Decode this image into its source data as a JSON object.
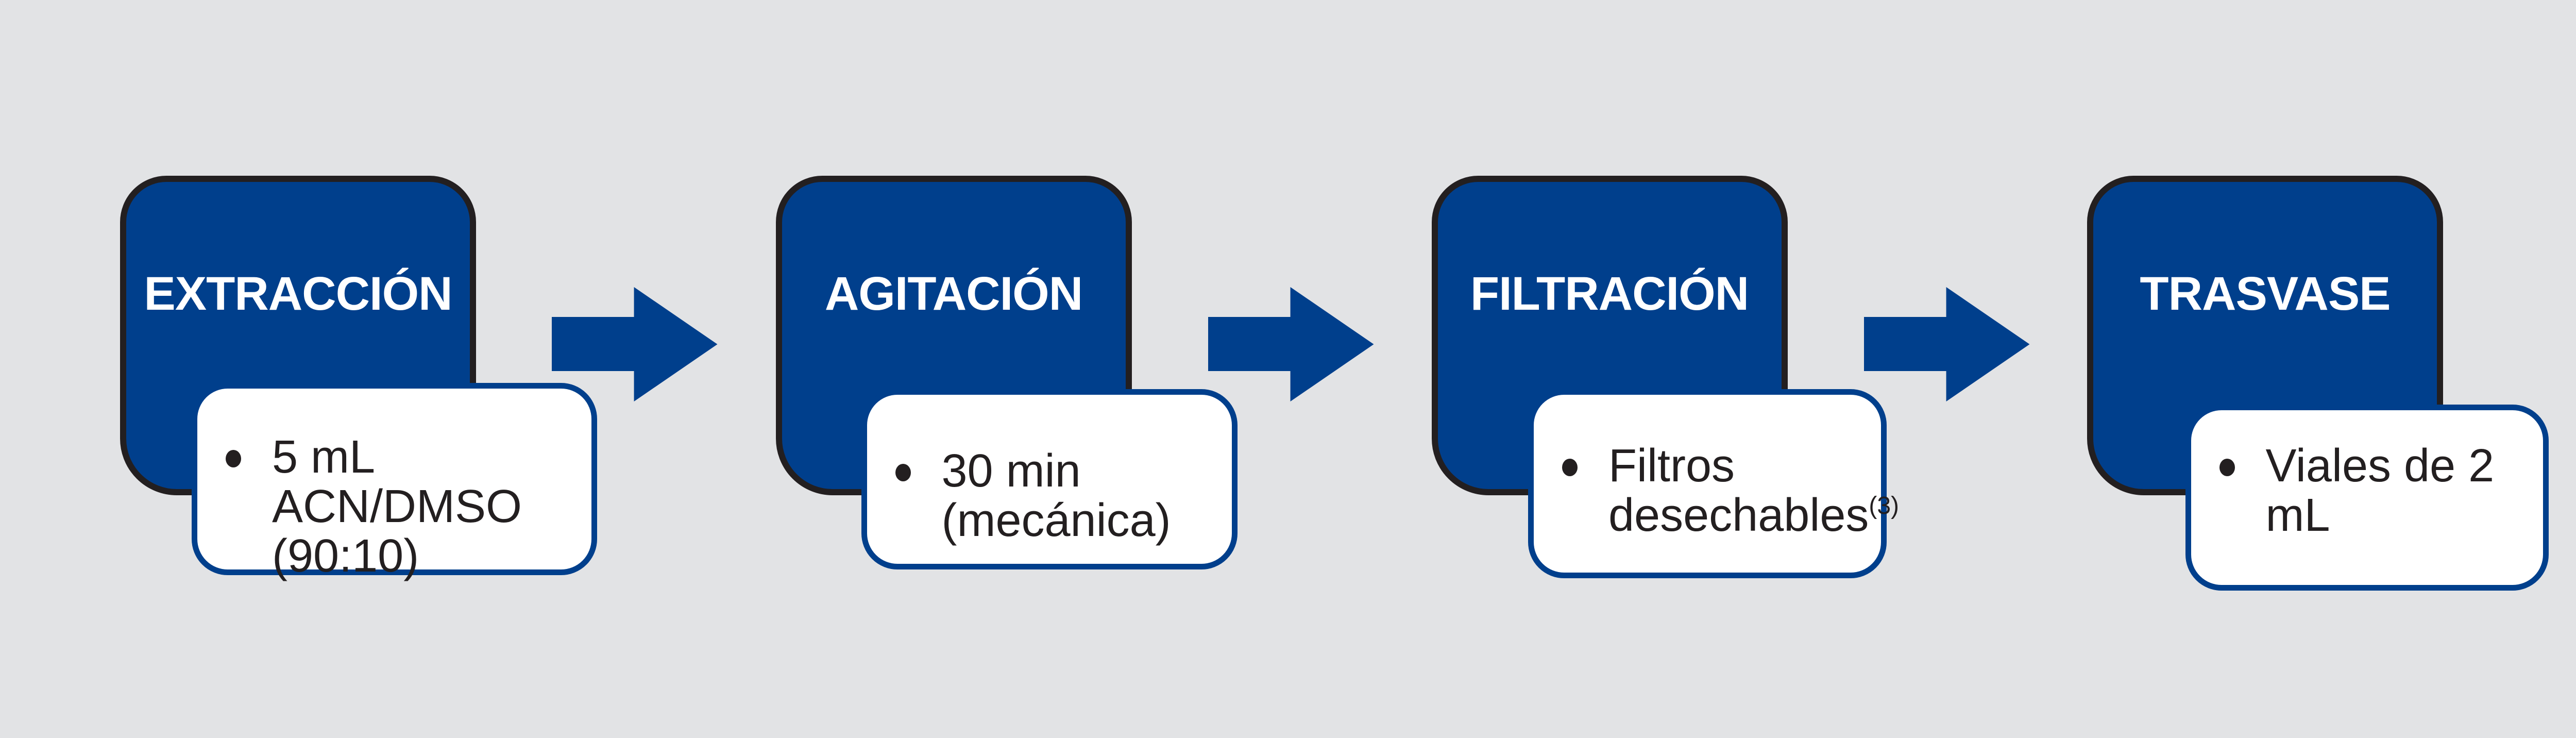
{
  "colors": {
    "background": "#e2e3e5",
    "step_fill": "#003f8c",
    "step_border": "#231f20",
    "card_fill": "#ffffff",
    "arrow": "#003f8c"
  },
  "steps": [
    {
      "title": "EXTRACCIÓN",
      "detail": "5 mL ACN/DMSO (90:10)",
      "superscript": ""
    },
    {
      "title": "AGITACIÓN",
      "detail": "30 min (mecánica)",
      "superscript": ""
    },
    {
      "title": "FILTRACIÓN",
      "detail": "Filtros desechables",
      "superscript": "(3)"
    },
    {
      "title": "TRASVASE",
      "detail": "Viales de 2 mL",
      "superscript": ""
    }
  ]
}
